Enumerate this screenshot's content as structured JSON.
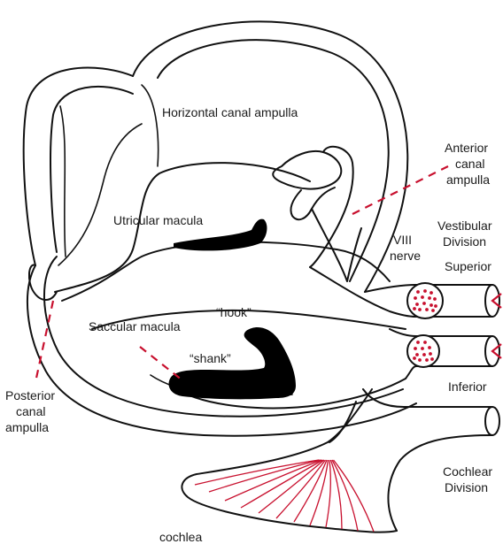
{
  "labels": {
    "horizontal_canal": "Horizontal canal ampulla",
    "anterior_canal_1": "Anterior",
    "anterior_canal_2": "canal",
    "anterior_canal_3": "ampulla",
    "utricular": "Utricular macula",
    "viii_1": "VIII",
    "viii_2": "nerve",
    "vestibular_1": "Vestibular",
    "vestibular_2": "Division",
    "superior": "Superior",
    "hook": "“hook”",
    "saccular": "Saccular macula",
    "shank": "“shank”",
    "inferior": "Inferior",
    "posterior_1": "Posterior",
    "posterior_2": "canal",
    "posterior_3": "ampulla",
    "cochlear_1": "Cochlear",
    "cochlear_2": "Division",
    "cochlea": "cochlea"
  },
  "colors": {
    "accent": "#c8102e",
    "ink": "#111111",
    "macula_fill": "#000000",
    "background": "#ffffff"
  }
}
